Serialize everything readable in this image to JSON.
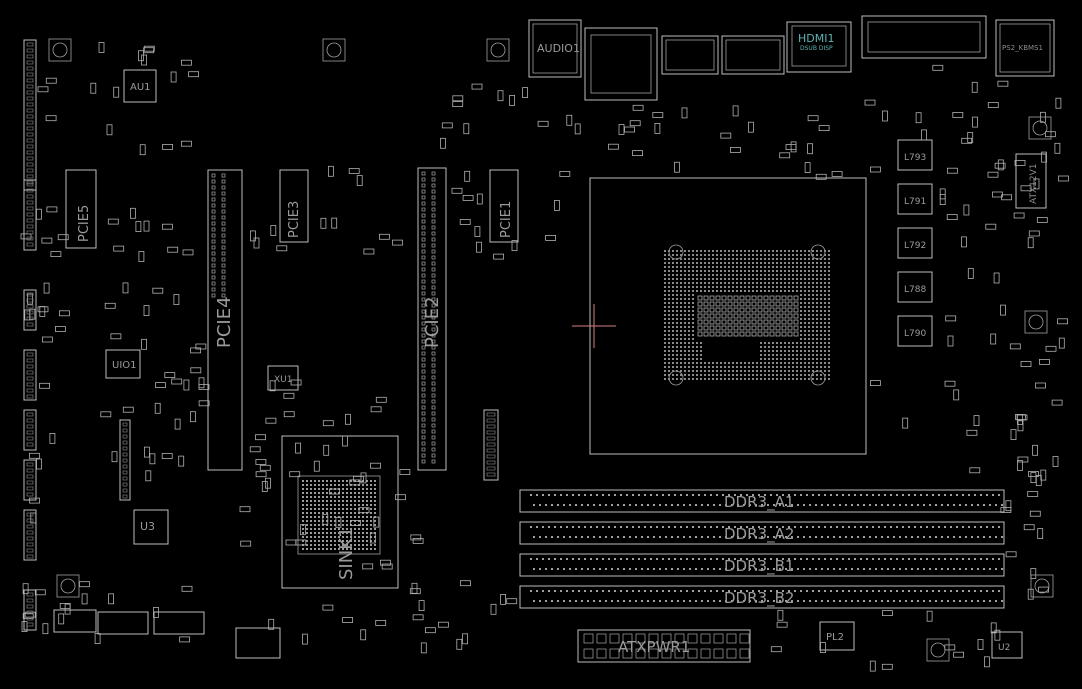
{
  "board": {
    "background": "#000000",
    "outline_color": "#bdbdbd",
    "label_color": "#9a9a9a",
    "accent_teal": "#5fb3b3",
    "cursor_color": "#d98080"
  },
  "components": {
    "au1": "AU1",
    "audio1": "AUDIO1",
    "hdmi1": "HDMI1",
    "hdmi_sub": "DSUB DISP",
    "ps2": "PS2_KBMS1",
    "pcie1": "PCIE1",
    "pcie2": "PCIE2",
    "pcie3": "PCIE3",
    "pcie4": "PCIE4",
    "pcie5": "PCIE5",
    "uio1": "UIO1",
    "xu1": "XU1",
    "u3": "U3",
    "sink": "SINK1",
    "pl2": "PL2",
    "u2": "U2",
    "atxpwr1": "ATXPWR1",
    "atx12v1": "ATX12V1",
    "ddr3_a1": "DDR3_A1",
    "ddr3_a2": "DDR3_A2",
    "ddr3_b1": "DDR3_B1",
    "ddr3_b2": "DDR3_B2",
    "l793": "L793",
    "l791": "L791",
    "l792": "L792",
    "l788": "L788",
    "l790": "L790"
  }
}
